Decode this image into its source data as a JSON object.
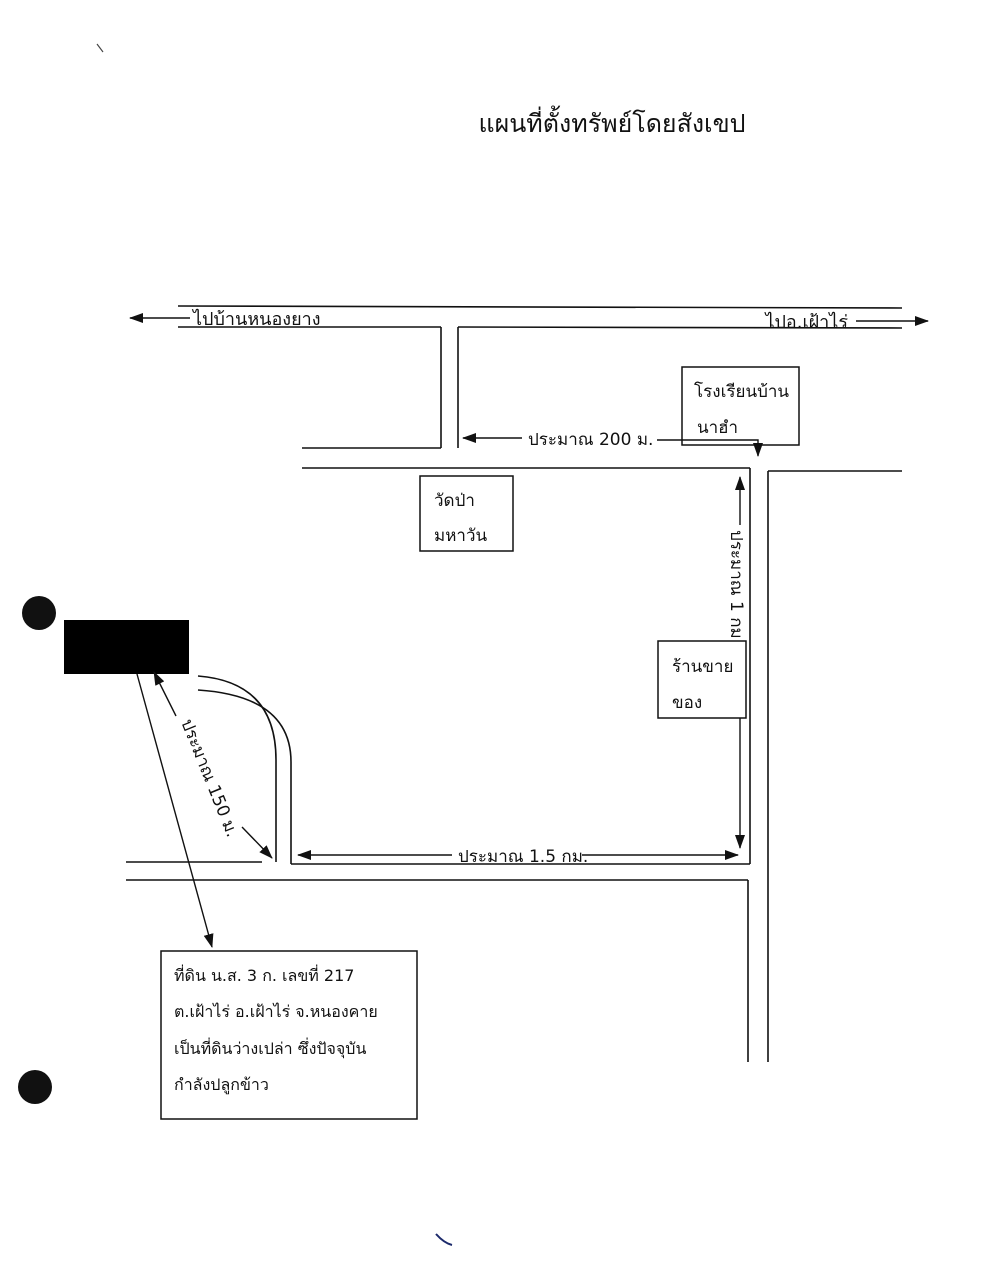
{
  "title": "แผนที่ตั้งทรัพย์โดยสังเขป",
  "road_labels": {
    "left_direction": "ไปบ้านหนองยาง",
    "right_direction": "ไปอ.เฝ้าไร่"
  },
  "landmarks": {
    "school_line1": "โรงเรียนบ้าน",
    "school_line2": "นาฮำ",
    "temple_line1": "วัดป่า",
    "temple_line2": "มหาวัน",
    "shop_line1": "ร้านขาย",
    "shop_line2": "ของ"
  },
  "distances": {
    "d200": "ประมาณ 200 ม.",
    "d1km": "ประมาณ 1 กม.",
    "d150": "ประมาณ 150 ม.",
    "d15km": "ประมาณ 1.5 กม."
  },
  "land_info": {
    "line1": "ที่ดิน น.ส. 3 ก. เลขที่  217",
    "line2": "ต.เฝ้าไร่ อ.เฝ้าไร่  จ.หนองคาย",
    "line3": "เป็นที่ดินว่างเปล่า  ซึ่งปัจจุบัน",
    "line4": "กำลังปลูกข้าว"
  }
}
